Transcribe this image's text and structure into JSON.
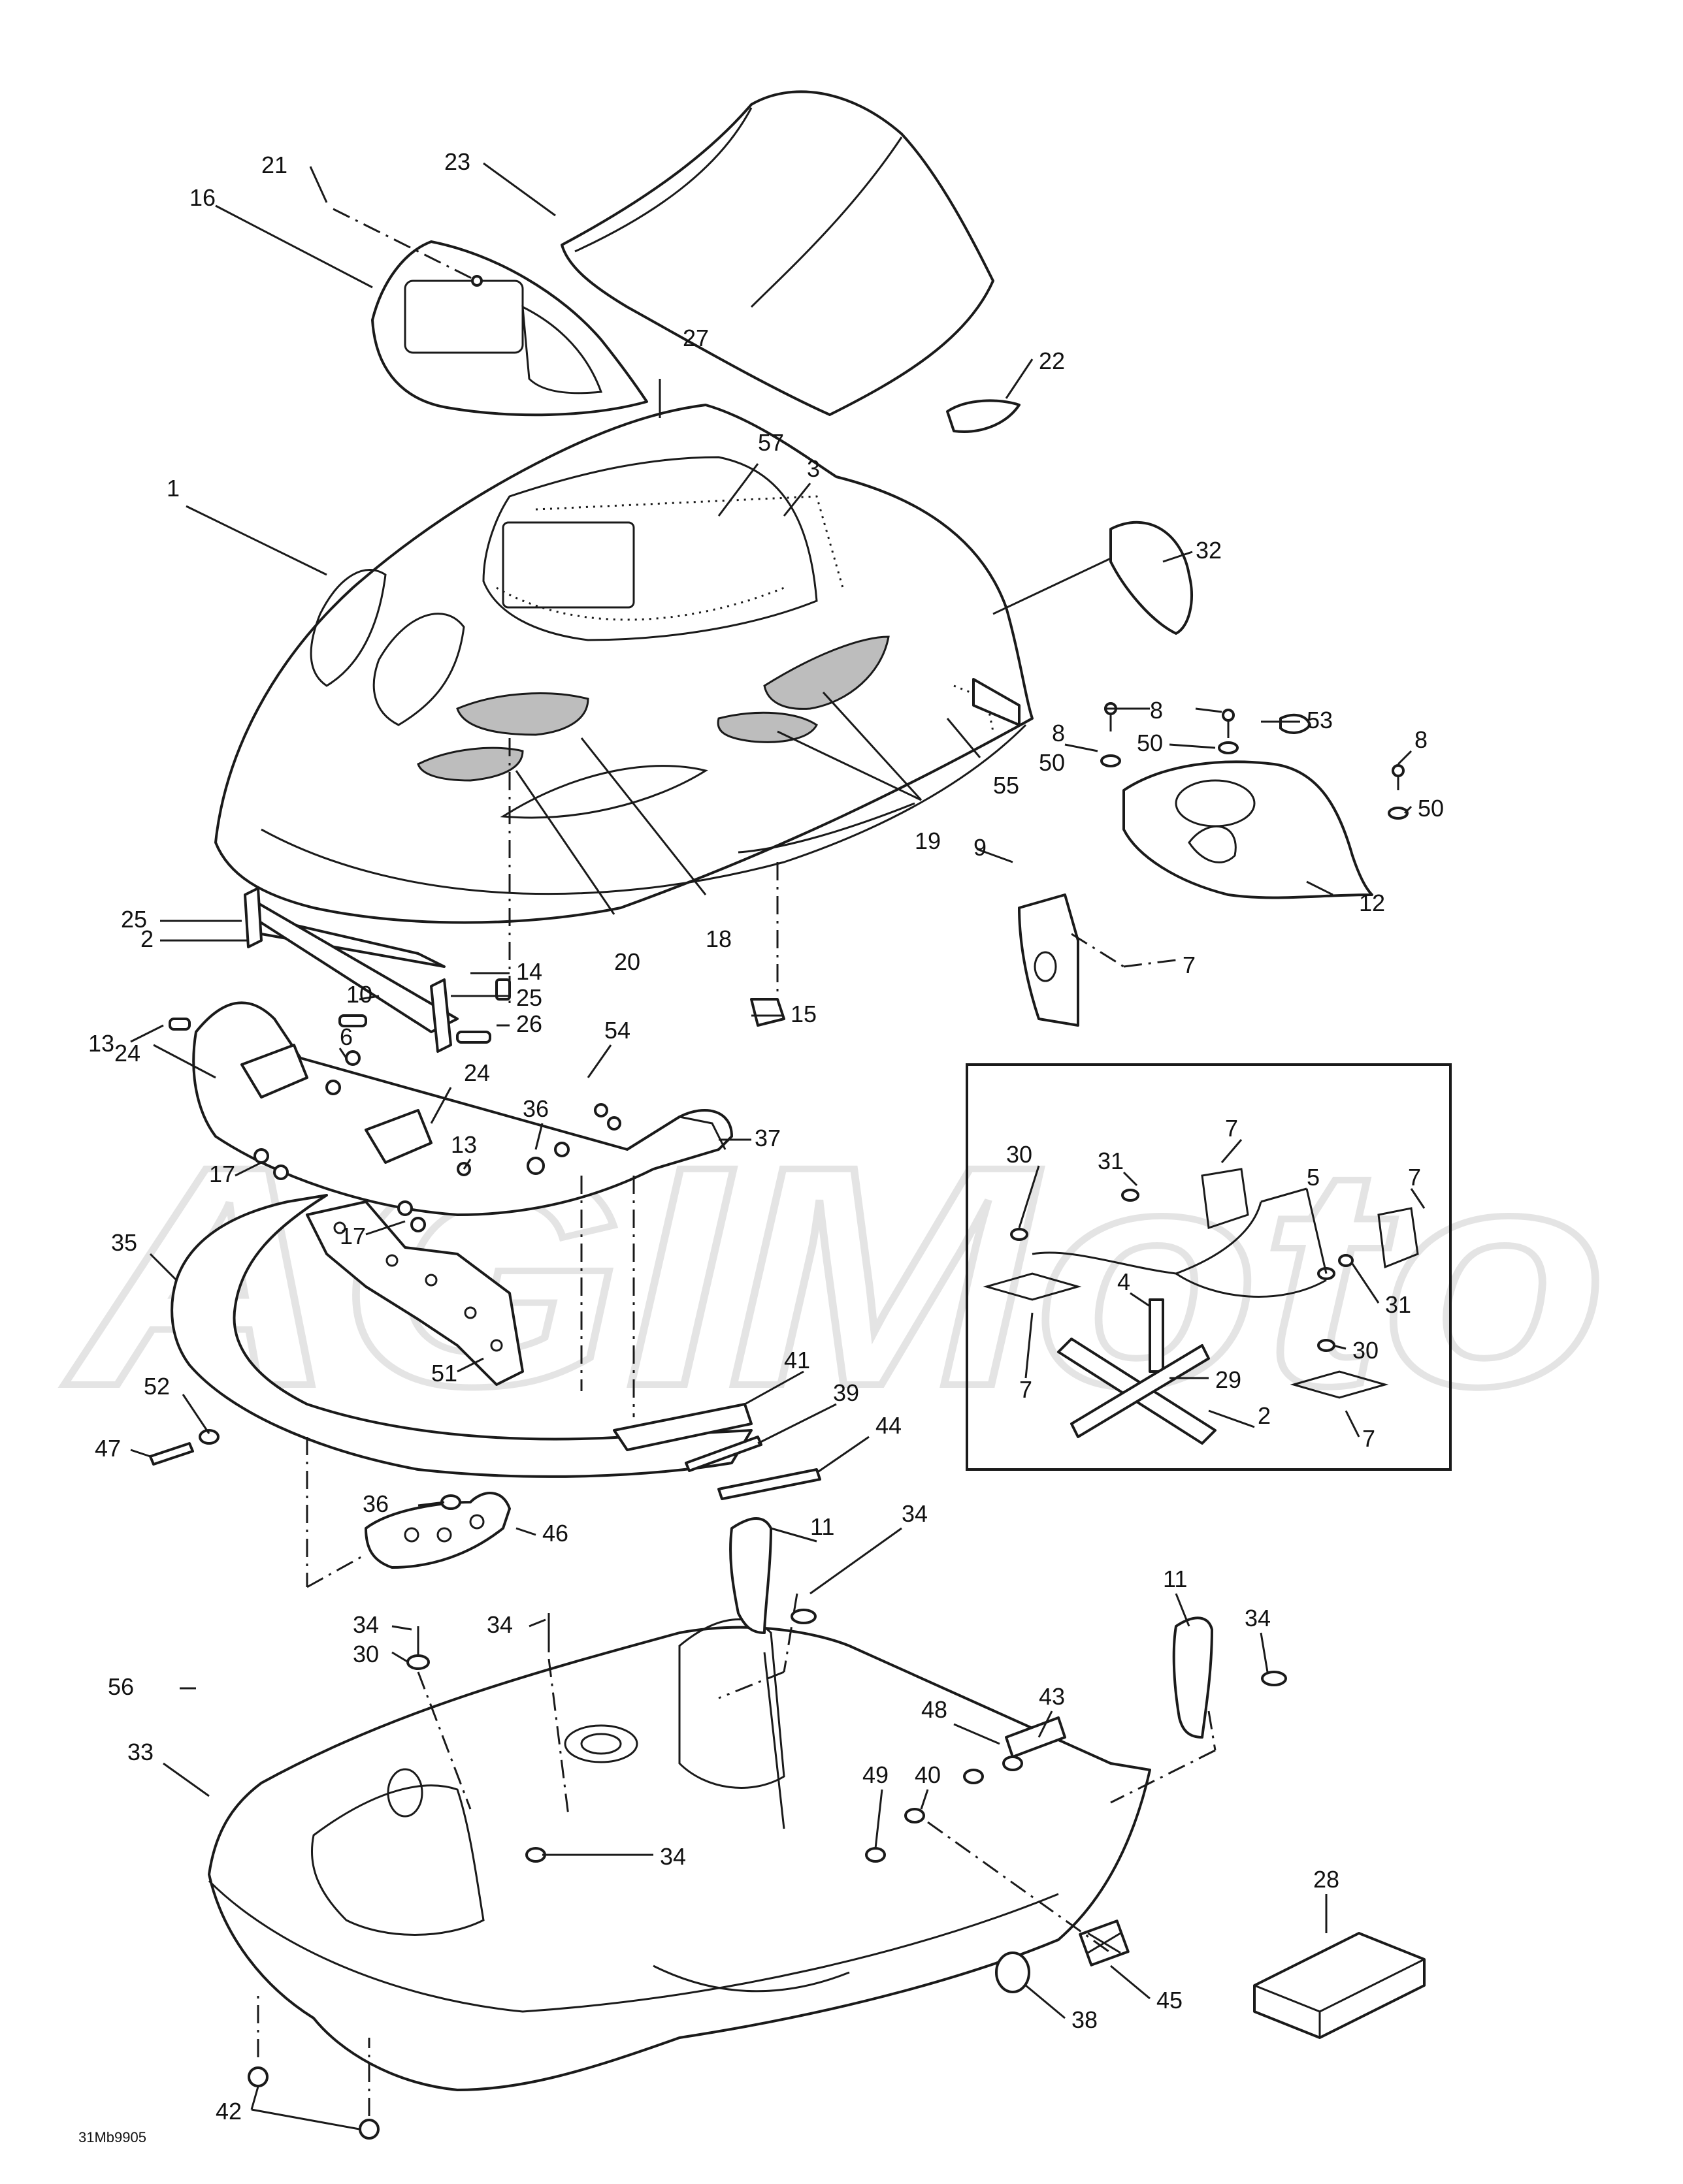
{
  "watermark": "AGIMoto",
  "drawing_code": "31Mb9905",
  "callouts": [
    {
      "id": "c21",
      "label": "21"
    },
    {
      "id": "c16",
      "label": "16"
    },
    {
      "id": "c23",
      "label": "23"
    },
    {
      "id": "c22",
      "label": "22"
    },
    {
      "id": "c27",
      "label": "27"
    },
    {
      "id": "c57",
      "label": "57"
    },
    {
      "id": "c3",
      "label": "3"
    },
    {
      "id": "c1",
      "label": "1"
    },
    {
      "id": "c32",
      "label": "32"
    },
    {
      "id": "c8a",
      "label": "8"
    },
    {
      "id": "c8b",
      "label": "8"
    },
    {
      "id": "c53",
      "label": "53"
    },
    {
      "id": "c8c",
      "label": "8"
    },
    {
      "id": "c50a",
      "label": "50"
    },
    {
      "id": "c50b",
      "label": "50"
    },
    {
      "id": "c50c",
      "label": "50"
    },
    {
      "id": "c55",
      "label": "55"
    },
    {
      "id": "c19",
      "label": "19"
    },
    {
      "id": "c9",
      "label": "9"
    },
    {
      "id": "c12",
      "label": "12"
    },
    {
      "id": "c7a",
      "label": "7"
    },
    {
      "id": "c18",
      "label": "18"
    },
    {
      "id": "c20",
      "label": "20"
    },
    {
      "id": "c25a",
      "label": "25"
    },
    {
      "id": "c2a",
      "label": "2"
    },
    {
      "id": "c14",
      "label": "14"
    },
    {
      "id": "c25b",
      "label": "25"
    },
    {
      "id": "c10",
      "label": "10"
    },
    {
      "id": "c26",
      "label": "26"
    },
    {
      "id": "c13a",
      "label": "13"
    },
    {
      "id": "c15",
      "label": "15"
    },
    {
      "id": "c6",
      "label": "6"
    },
    {
      "id": "c54",
      "label": "54"
    },
    {
      "id": "c24a",
      "label": "24"
    },
    {
      "id": "c24b",
      "label": "24"
    },
    {
      "id": "c36a",
      "label": "36"
    },
    {
      "id": "c37",
      "label": "37"
    },
    {
      "id": "c13b",
      "label": "13"
    },
    {
      "id": "c17a",
      "label": "17"
    },
    {
      "id": "c17b",
      "label": "17"
    },
    {
      "id": "c35",
      "label": "35"
    },
    {
      "id": "c51",
      "label": "51"
    },
    {
      "id": "c52",
      "label": "52"
    },
    {
      "id": "c47",
      "label": "47"
    },
    {
      "id": "c41",
      "label": "41"
    },
    {
      "id": "c39",
      "label": "39"
    },
    {
      "id": "c44",
      "label": "44"
    },
    {
      "id": "c36b",
      "label": "36"
    },
    {
      "id": "c46",
      "label": "46"
    },
    {
      "id": "c11a",
      "label": "11"
    },
    {
      "id": "c34a",
      "label": "34"
    },
    {
      "id": "c34b",
      "label": "34"
    },
    {
      "id": "c34c",
      "label": "34"
    },
    {
      "id": "c30a",
      "label": "30"
    },
    {
      "id": "c56",
      "label": "56"
    },
    {
      "id": "c11b",
      "label": "11"
    },
    {
      "id": "c34d",
      "label": "34"
    },
    {
      "id": "c48",
      "label": "48"
    },
    {
      "id": "c43",
      "label": "43"
    },
    {
      "id": "c49",
      "label": "49"
    },
    {
      "id": "c40",
      "label": "40"
    },
    {
      "id": "c33",
      "label": "33"
    },
    {
      "id": "c34e",
      "label": "34"
    },
    {
      "id": "c28",
      "label": "28"
    },
    {
      "id": "c45",
      "label": "45"
    },
    {
      "id": "c38",
      "label": "38"
    },
    {
      "id": "c42",
      "label": "42"
    }
  ],
  "inset_callouts": [
    {
      "id": "i7a",
      "label": "7"
    },
    {
      "id": "i31a",
      "label": "31"
    },
    {
      "id": "i30a",
      "label": "30"
    },
    {
      "id": "i5",
      "label": "5"
    },
    {
      "id": "i7b",
      "label": "7"
    },
    {
      "id": "i4",
      "label": "4"
    },
    {
      "id": "i31b",
      "label": "31"
    },
    {
      "id": "i30b",
      "label": "30"
    },
    {
      "id": "i29",
      "label": "29"
    },
    {
      "id": "i2",
      "label": "2"
    },
    {
      "id": "i7c",
      "label": "7"
    },
    {
      "id": "i7d",
      "label": "7"
    }
  ]
}
